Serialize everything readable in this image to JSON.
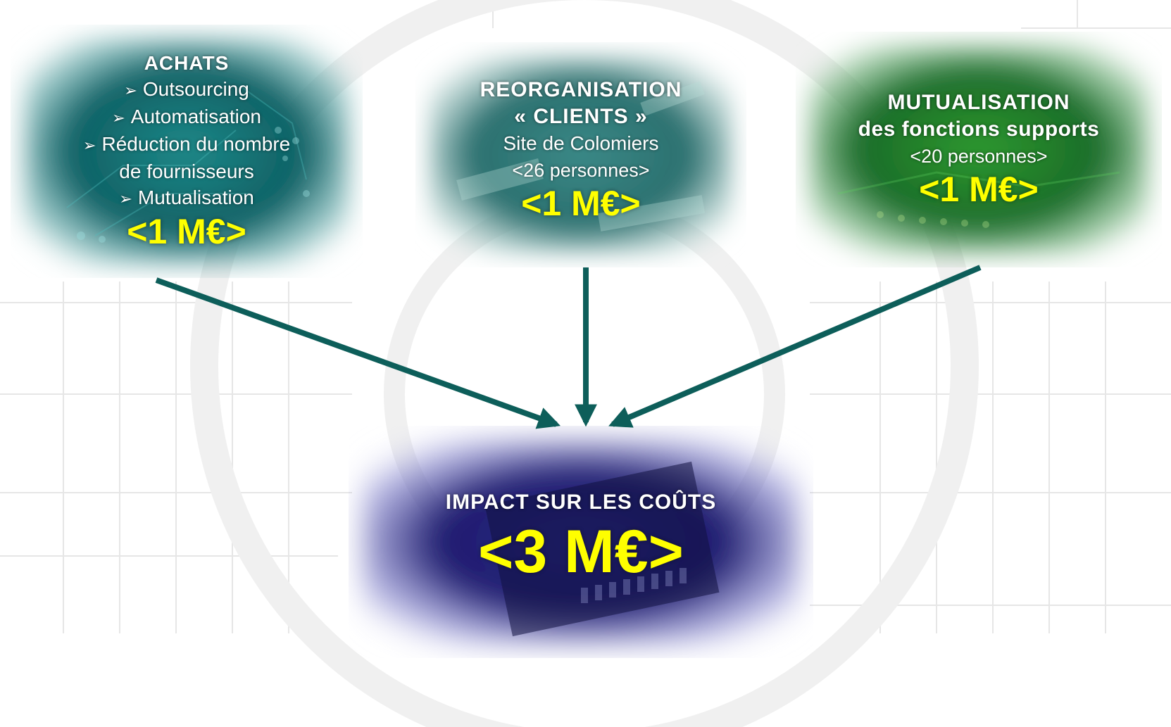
{
  "colors": {
    "arrow": "#0d5e5a",
    "amount": "#ffff00",
    "text": "#ffffff"
  },
  "achats": {
    "title": "ACHATS",
    "items": [
      "Outsourcing",
      "Automatisation",
      "Réduction du nombre",
      "de fournisseurs",
      "Mutualisation"
    ],
    "bullet_icon": "arrow-bullet-icon",
    "amount": "<1 M€>"
  },
  "reorg": {
    "title_line1": "REORGANISATION",
    "title_line2": "« CLIENTS »",
    "site": "Site de Colomiers",
    "persons": "<26 personnes>",
    "amount": "<1 M€>"
  },
  "mutual": {
    "title_line1": "MUTUALISATION",
    "title_line2": "des fonctions supports",
    "persons": "<20 personnes>",
    "amount": "<1 M€>"
  },
  "impact": {
    "title": "IMPACT SUR LES COÛTS",
    "amount": "<3 M€>"
  }
}
